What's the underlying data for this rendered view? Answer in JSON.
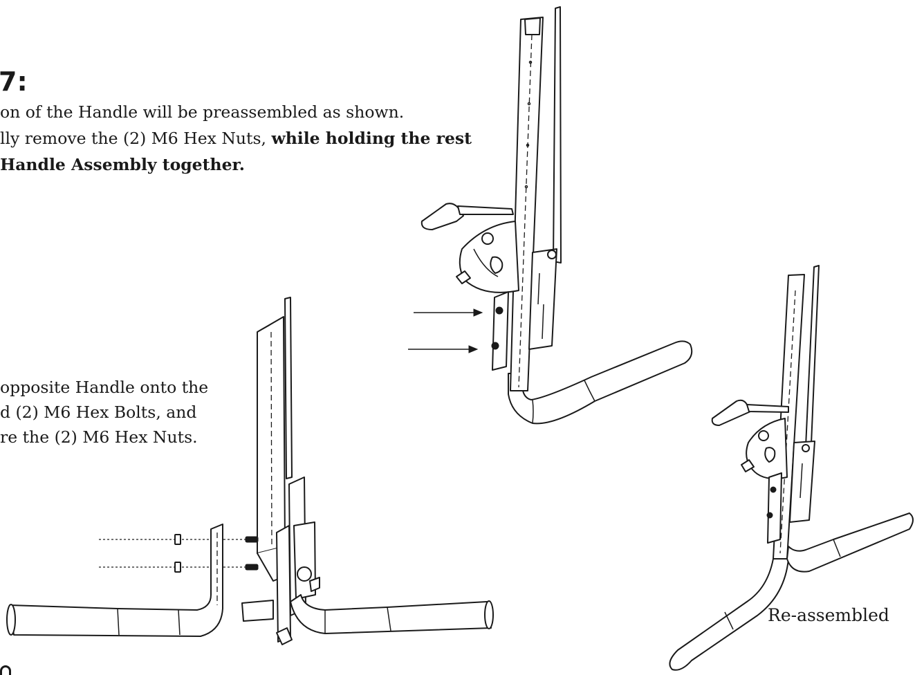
{
  "step": {
    "title": "7:",
    "instruction1": {
      "line1": "on of the Handle will be preassembled as shown.",
      "line2_normal": "lly remove the (2) M6 Hex Nuts, ",
      "line2_bold": "while holding the rest",
      "line3_bold": "Handle Assembly together."
    },
    "instruction2": {
      "line1": "opposite Handle onto the",
      "line2": "d (2) M6 Hex Bolts, and",
      "line3": "re the (2) M6 Hex Nuts."
    }
  },
  "caption": "Re-assembled",
  "colors": {
    "ink": "#1a1a1a",
    "paper": "#ffffff"
  }
}
